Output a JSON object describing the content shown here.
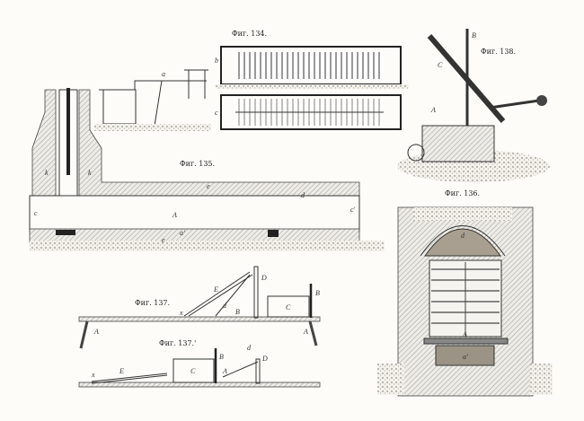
{
  "figures": {
    "fig134": {
      "caption": "Фиг. 134.",
      "labels": [
        "a",
        "b",
        "c"
      ]
    },
    "fig135": {
      "caption": "Фиг. 135.",
      "labels": [
        "A",
        "e",
        "d",
        "c",
        "c'",
        "a'",
        "e",
        "k",
        "k"
      ]
    },
    "fig136": {
      "caption": "Фиг. 136.",
      "labels": [
        "d",
        "A",
        "a'"
      ]
    },
    "fig137": {
      "caption": "Фиг. 137.",
      "labels": [
        "E",
        "D",
        "d",
        "B",
        "C",
        "x",
        "B",
        "A",
        "A"
      ]
    },
    "fig137b": {
      "caption": "Фиг. 137.'",
      "labels": [
        "x",
        "E",
        "C",
        "B",
        "d",
        "D",
        "A"
      ]
    },
    "fig138": {
      "caption": "Фиг. 138.",
      "labels": [
        "B",
        "C",
        "A"
      ]
    }
  },
  "colors": {
    "paper": "#fdfcf8",
    "ink": "#222222"
  }
}
